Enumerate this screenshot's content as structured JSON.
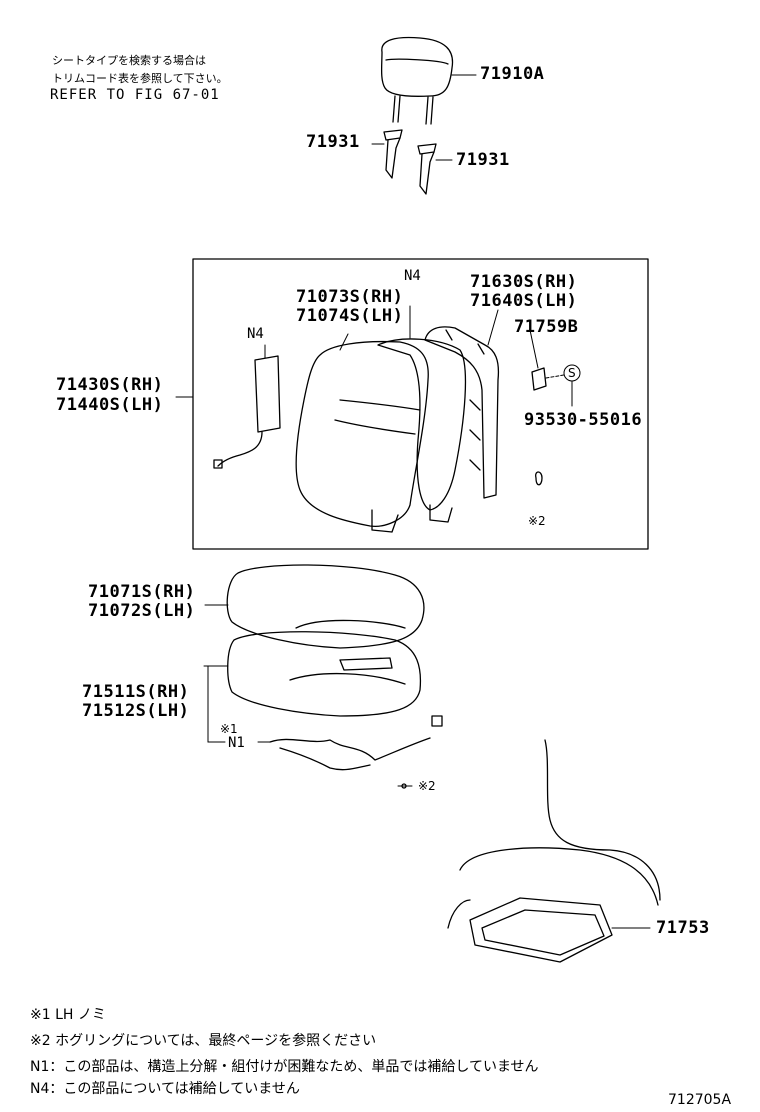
{
  "header": {
    "note_line1": "シートタイプを検索する場合は",
    "note_line2": "トリムコード表を参照して下さい。",
    "refer": "REFER TO FIG 67-01"
  },
  "parts": {
    "headrest": "71910A",
    "support_left": "71931",
    "support_right": "71931",
    "frame_rh": "71630S(RH)",
    "frame_lh": "71640S(LH)",
    "cover_rh": "71073S(RH)",
    "cover_lh": "71074S(LH)",
    "n4_top": "N4",
    "n4_left": "N4",
    "back_pad_rh": "71430S(RH)",
    "back_pad_lh": "71440S(LH)",
    "clip": "71759B",
    "s_mark": "S",
    "screw": "93530-55016",
    "mark2_back": "※2",
    "cushion_cover_rh": "71071S(RH)",
    "cushion_cover_lh": "71072S(LH)",
    "cushion_pad_rh": "71511S(RH)",
    "cushion_pad_lh": "71512S(LH)",
    "mark1": "※1",
    "n1": "N1",
    "mark2_cushion": "※2",
    "tray": "71753"
  },
  "footnotes": {
    "f1": "※1  LH ノミ",
    "f2": "※2 ホグリングについては、最終ページを参照ください",
    "f3": "N1：この部品は、構造上分解・組付けが困難なため、単品では補給していません",
    "f4": "N4：この部品については補給していません"
  },
  "figure_code": "712705A"
}
